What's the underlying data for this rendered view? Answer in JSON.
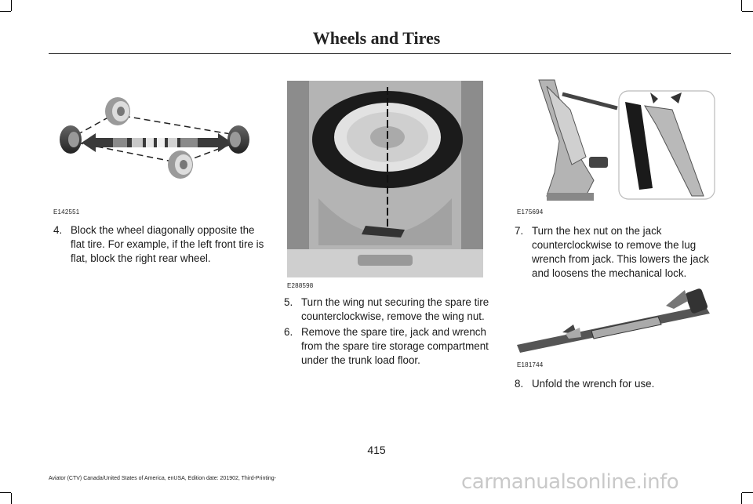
{
  "page": {
    "section_title": "Wheels and Tires",
    "page_number": "415",
    "footer": "Aviator (CTV) Canada/United States of America, enUSA, Edition date: 201902, Third-Printing-",
    "watermark": "carmanualsonline.info"
  },
  "figures": [
    {
      "code": "E142551",
      "icon": "wheel-blocking-diagram-icon"
    },
    {
      "code": "E288598",
      "icon": "spare-tire-compartment-icon"
    },
    {
      "code": "E175694",
      "icon": "scissor-jack-icon"
    },
    {
      "code": "E181744",
      "icon": "lug-wrench-icon"
    }
  ],
  "steps": [
    {
      "num": "4.",
      "text": "Block the wheel diagonally opposite the flat tire. For example, if the left front tire is flat, block the right rear wheel."
    },
    {
      "num": "5.",
      "text": "Turn the wing nut securing the spare tire counterclockwise, remove the wing nut."
    },
    {
      "num": "6.",
      "text": "Remove the spare tire, jack and wrench from the spare tire storage compartment under the trunk load floor."
    },
    {
      "num": "7.",
      "text": "Turn the hex nut on the jack counterclockwise to remove the lug wrench from jack. This lowers the jack and loosens the mechanical lock."
    },
    {
      "num": "8.",
      "text": "Unfold the wrench for use."
    }
  ]
}
